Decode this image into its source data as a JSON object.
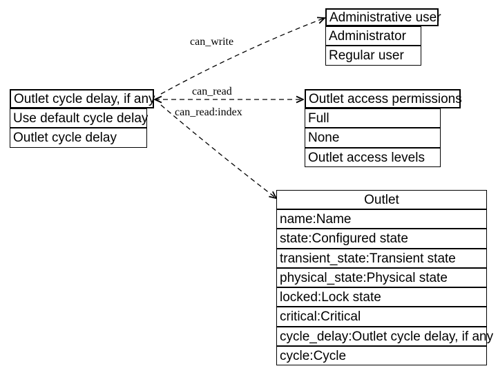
{
  "diagram": {
    "colors": {
      "background": "#ffffff",
      "line": "#000000",
      "text": "#000000"
    },
    "nodes": {
      "outlet_cycle_delay": {
        "title": "Outlet cycle delay, if any",
        "rows": [
          "Use default cycle delay",
          "Outlet cycle delay"
        ]
      },
      "administrative_user": {
        "title": "Administrative user",
        "rows": [
          "Administrator",
          "Regular user"
        ]
      },
      "outlet_access_permissions": {
        "title": "Outlet access permissions",
        "rows": [
          "Full",
          "None",
          "Outlet access levels"
        ]
      },
      "outlet": {
        "title": "Outlet",
        "rows": [
          "name:Name",
          "state:Configured state",
          "transient_state:Transient state",
          "physical_state:Physical state",
          "locked:Lock state",
          "critical:Critical",
          "cycle_delay:Outlet cycle delay, if any",
          "cycle:Cycle"
        ]
      }
    },
    "edges": [
      {
        "label": "can_write",
        "from": "outlet_cycle_delay",
        "to": "administrative_user"
      },
      {
        "label": "can_read",
        "from": "outlet_cycle_delay",
        "to": "outlet_access_permissions"
      },
      {
        "label": "can_read:index",
        "from": "outlet_cycle_delay",
        "to": "outlet"
      }
    ]
  }
}
